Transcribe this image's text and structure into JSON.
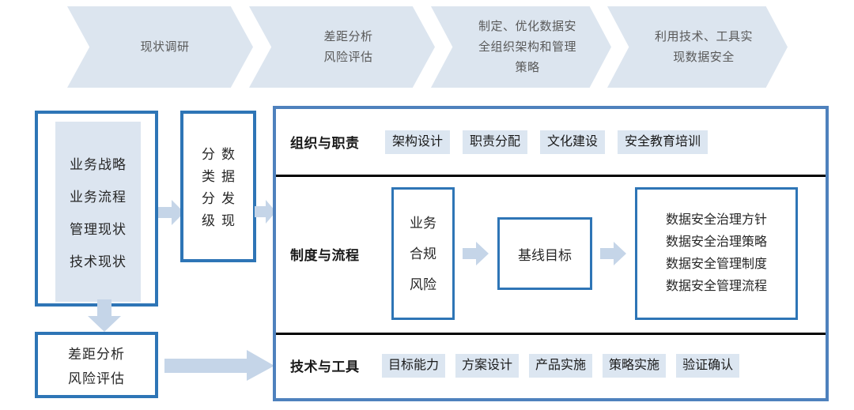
{
  "banner": {
    "steps": [
      {
        "label": "现状调研"
      },
      {
        "label": "差距分析\n风险评估"
      },
      {
        "label": "制定、优化数据安\n全组织架构和管理\n策略"
      },
      {
        "label": "利用技术、工具实\n现数据安全"
      }
    ],
    "fill_color": "#DCE5EF"
  },
  "left_column": {
    "inputs_box": {
      "lines": [
        "业务战略",
        "业务流程",
        "管理现状",
        "技术现状"
      ],
      "border_color": "#2E75B6",
      "inner_fill": "#DCE5F0"
    },
    "gap_box": {
      "lines": [
        "差距分析",
        "风险评估"
      ],
      "border_color": "#2E75B6"
    },
    "classify_box": {
      "column_right": [
        "数",
        "据",
        "发",
        "现"
      ],
      "column_left": [
        "分",
        "类",
        "分",
        "级"
      ],
      "border_color": "#2E75B6"
    },
    "arrows": {
      "down_label": "down-arrow",
      "right_1_label": "right-arrow",
      "right_2_label": "right-arrow",
      "big_label": "big-right-arrow",
      "fill_color": "#C5D5E8"
    }
  },
  "main_panel": {
    "border_color": "#4E81BD",
    "divider_color": "#000000",
    "chip_fill": "#DCE6F1",
    "rows": [
      {
        "label": "组织与职责",
        "chips": [
          "架构设计",
          "职责分配",
          "文化建设",
          "安全教育培训"
        ]
      },
      {
        "label": "制度与流程",
        "scope_box": [
          "业务",
          "合规",
          "风险"
        ],
        "baseline_box": "基线目标",
        "docs_box": [
          "数据安全治理方针",
          "数据安全治理策略",
          "数据安全管理制度",
          "数据安全管理流程"
        ]
      },
      {
        "label": "技术与工具",
        "chips": [
          "目标能力",
          "方案设计",
          "产品实施",
          "策略实施",
          "验证确认"
        ]
      }
    ]
  }
}
